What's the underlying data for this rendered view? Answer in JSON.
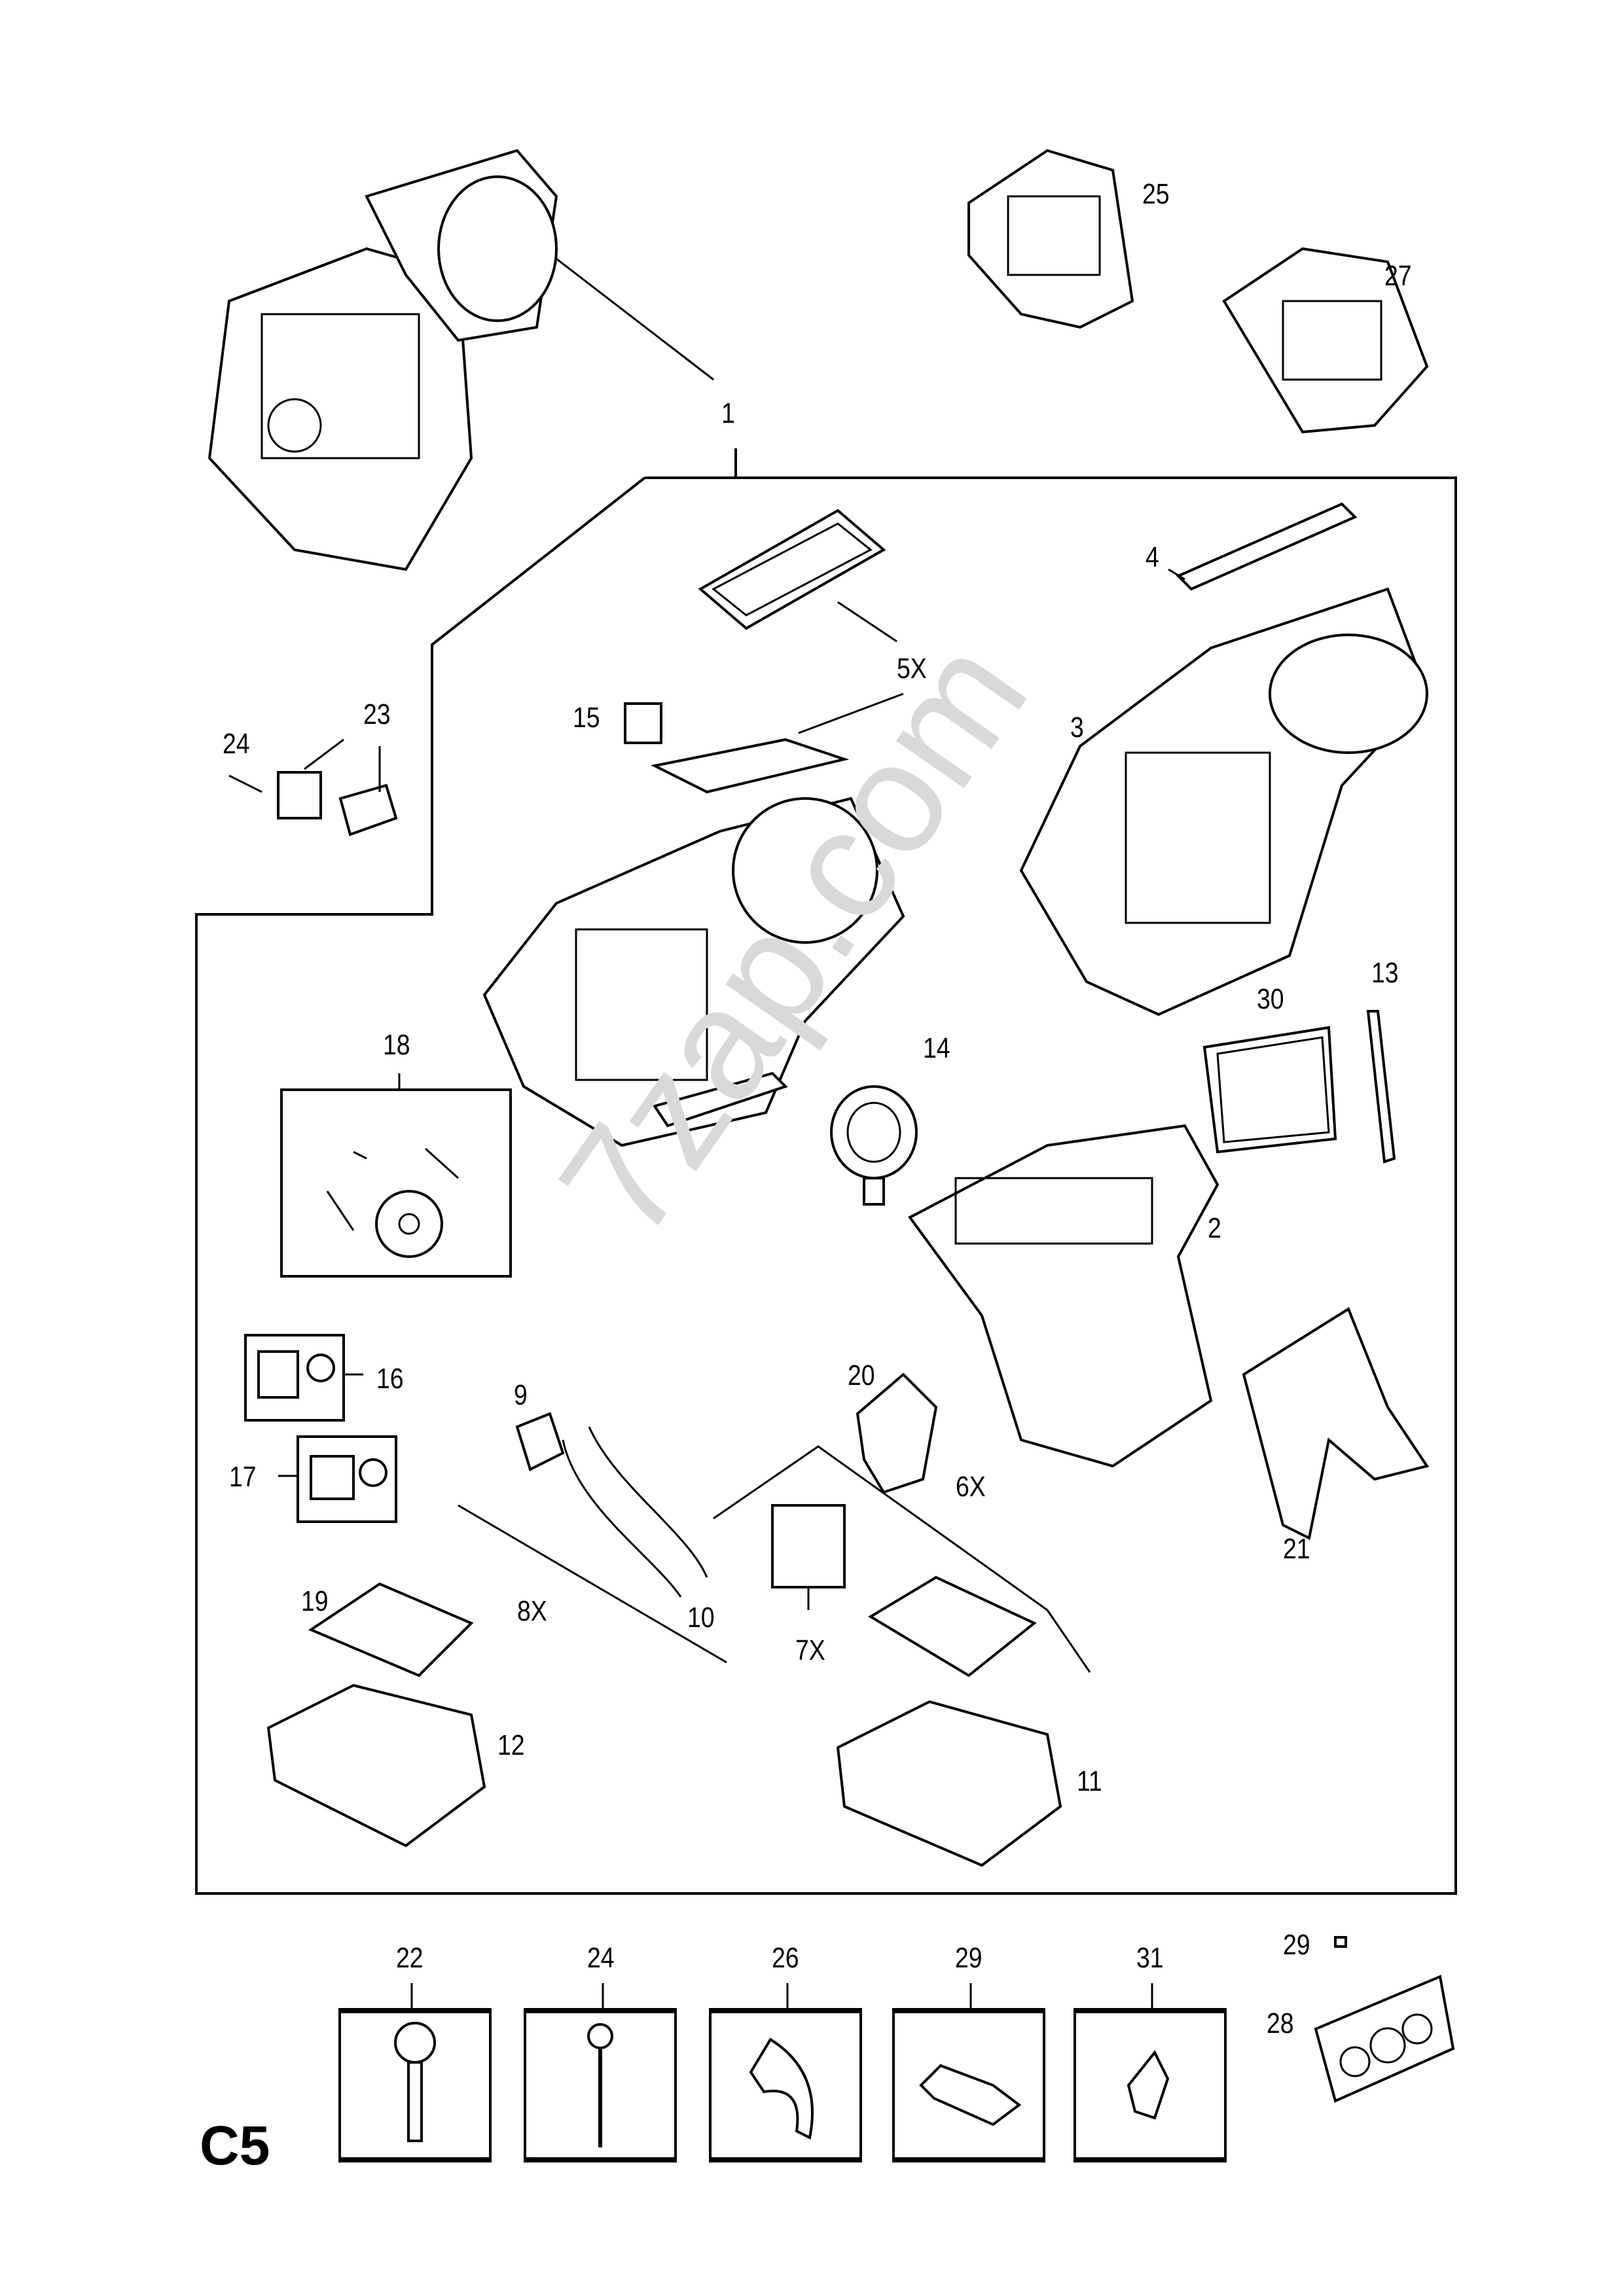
{
  "diagram": {
    "page_code": "C5",
    "watermark": "7zap.com",
    "callouts": {
      "c1": "1",
      "c2": "2",
      "c3": "3",
      "c4": "4",
      "c5x": "5X",
      "c6x": "6X",
      "c7x": "7X",
      "c8x": "8X",
      "c9": "9",
      "c10": "10",
      "c11": "11",
      "c12": "12",
      "c13": "13",
      "c14": "14",
      "c15": "15",
      "c16": "16",
      "c17": "17",
      "c18": "18",
      "c19": "19",
      "c20": "20",
      "c21": "21",
      "c23": "23",
      "c24": "24",
      "c25": "25",
      "c27": "27",
      "c28": "28",
      "c29_top": "29",
      "c30": "30"
    },
    "fastener_boxes": [
      {
        "label": "22",
        "part": "screw"
      },
      {
        "label": "24",
        "part": "long-bolt"
      },
      {
        "label": "26",
        "part": "clip"
      },
      {
        "label": "29",
        "part": "spring-clip"
      },
      {
        "label": "31",
        "part": "retainer"
      }
    ]
  }
}
